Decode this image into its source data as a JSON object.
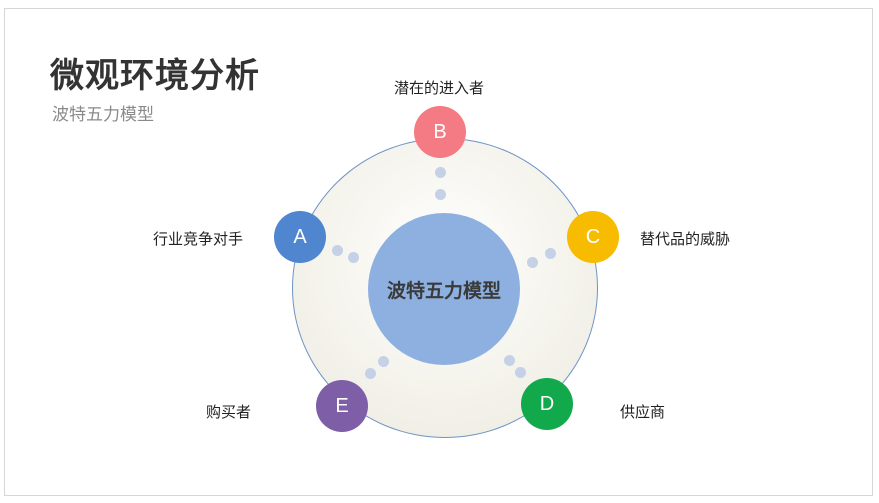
{
  "title": "微观环境分析",
  "subtitle": "波特五力模型",
  "center": {
    "label": "波特五力模型"
  },
  "nodes": [
    {
      "letter": "A",
      "label": "行业竞争对手",
      "color": "#4f86cf"
    },
    {
      "letter": "B",
      "label": "潜在的进入者",
      "color": "#f47b84"
    },
    {
      "letter": "C",
      "label": "替代品的威胁",
      "color": "#f7bb00"
    },
    {
      "letter": "D",
      "label": "供应商",
      "color": "#12a84c"
    },
    {
      "letter": "E",
      "label": "购买者",
      "color": "#7e5ea6"
    }
  ]
}
